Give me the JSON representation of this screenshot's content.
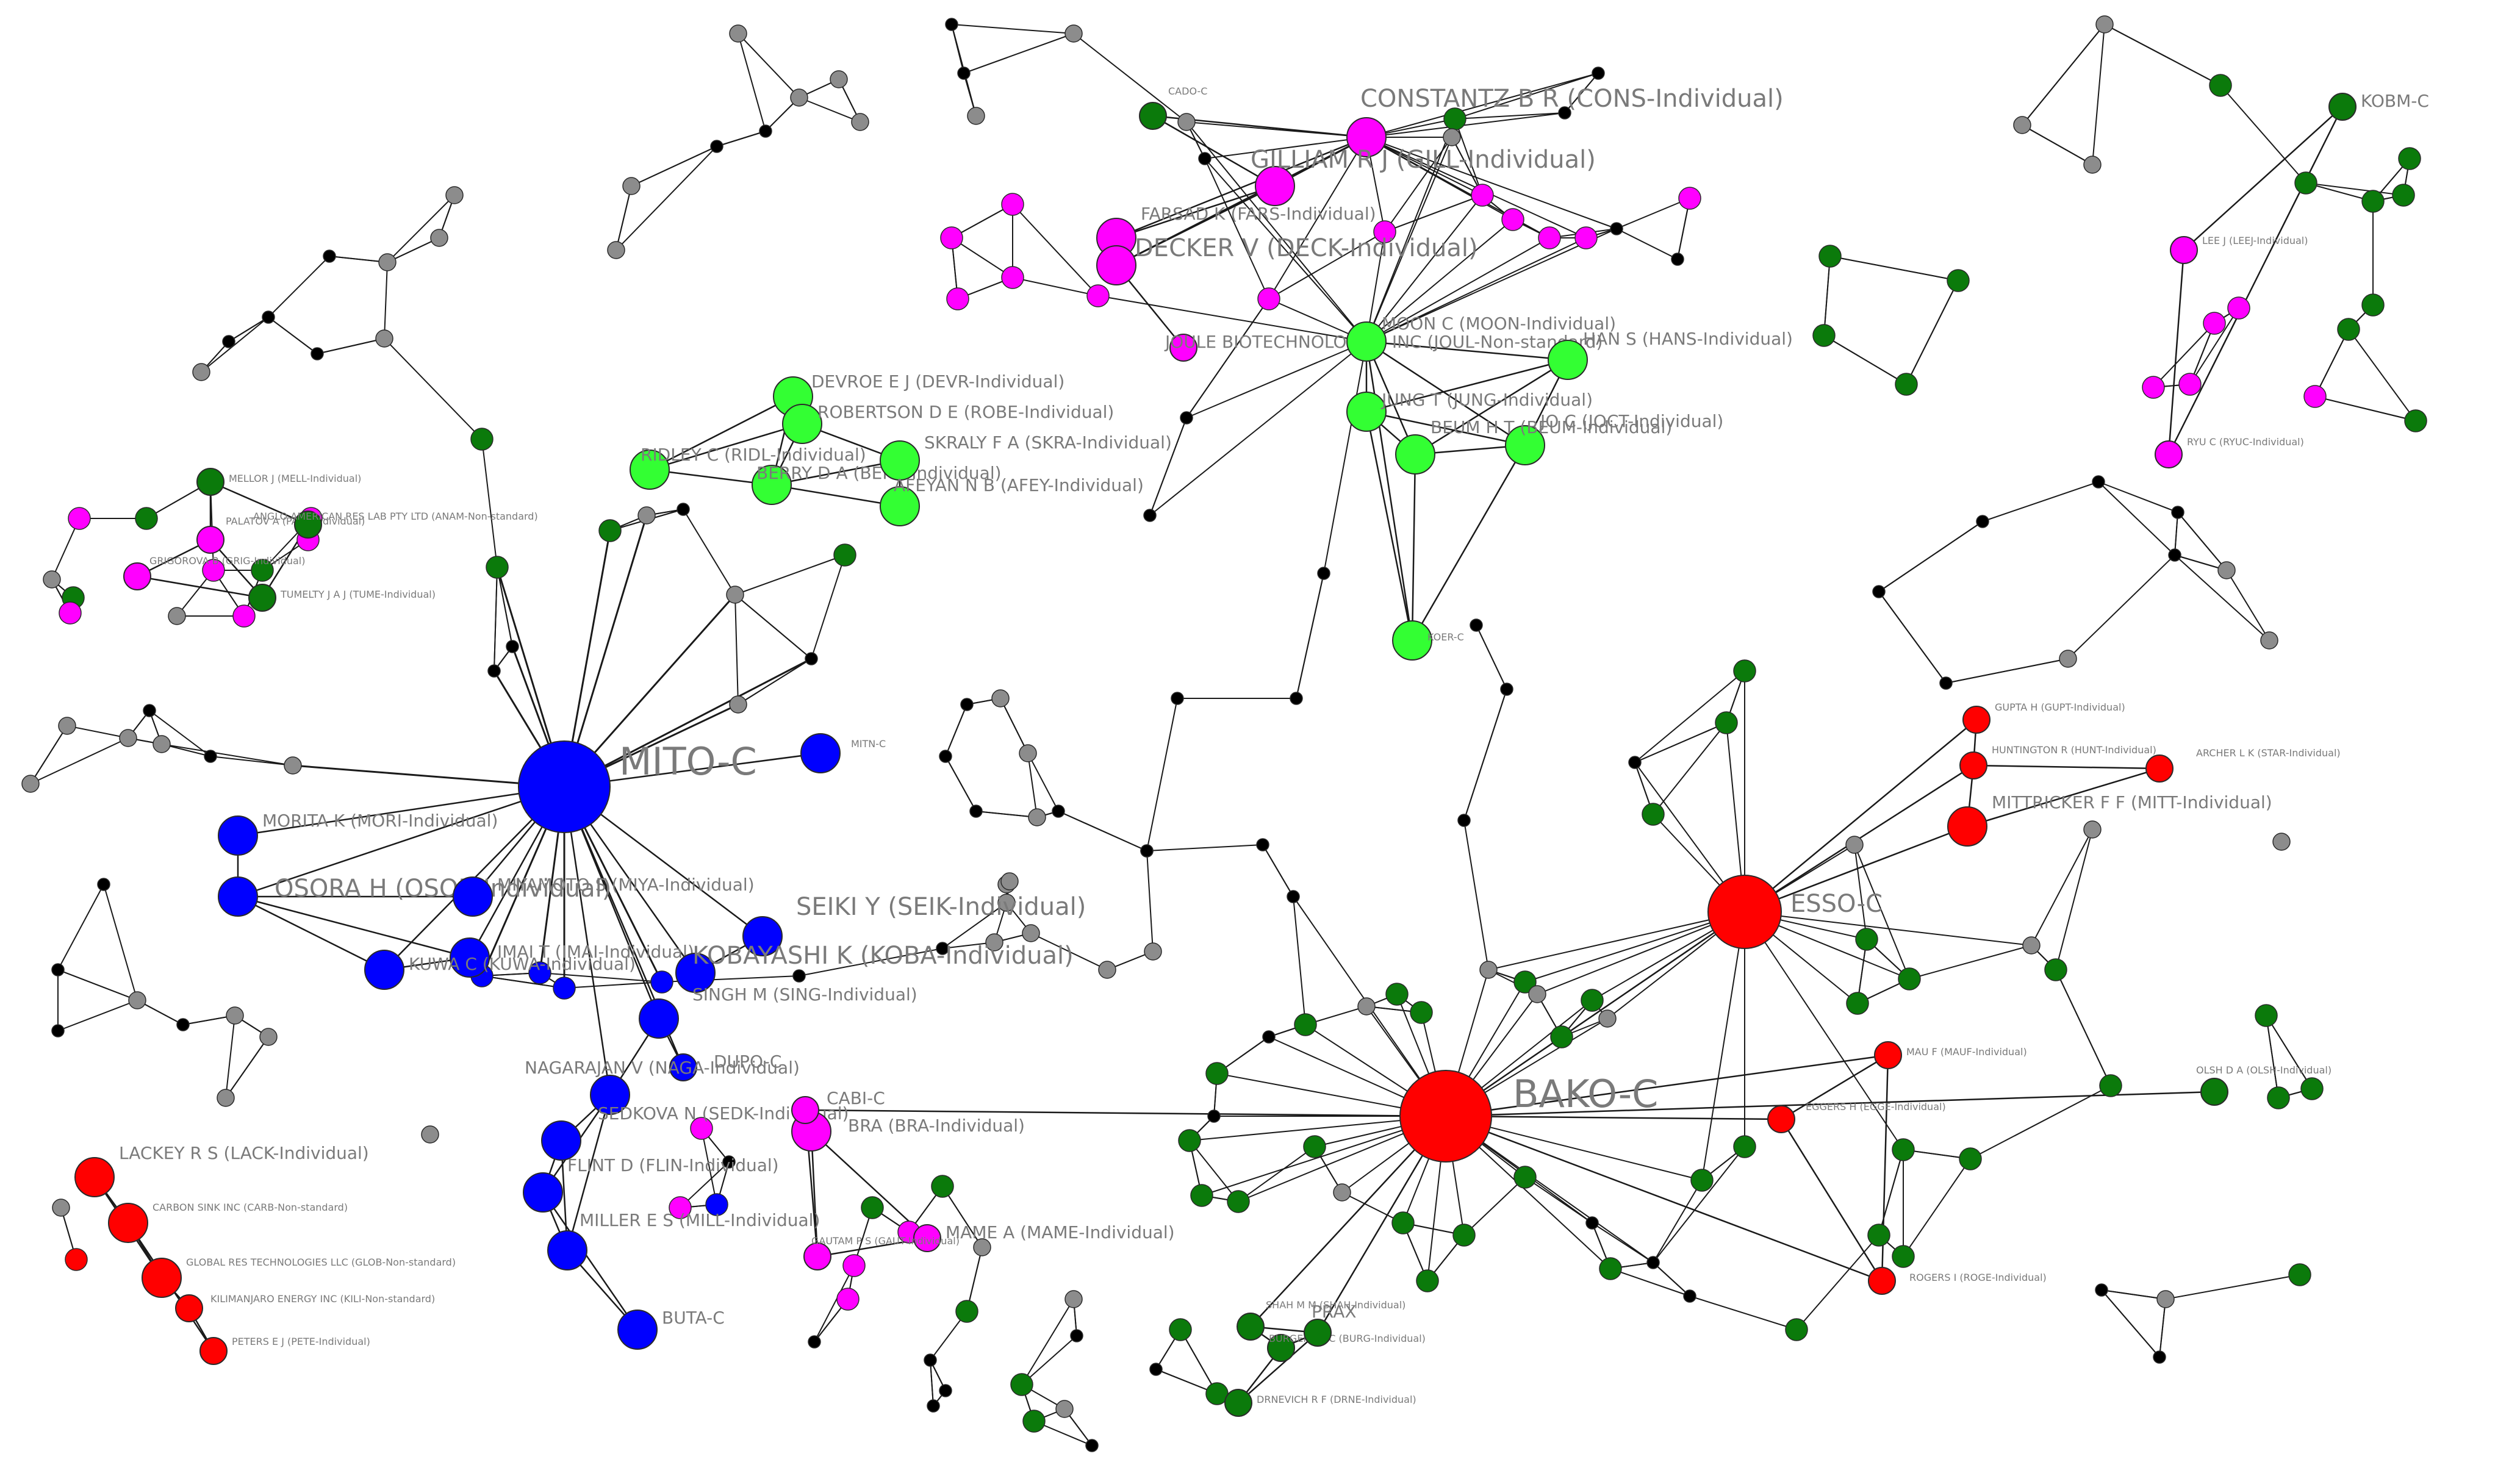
{
  "graph": {
    "colors": {
      "edge": "#1a1a1a",
      "node_outline": "#2a2a2a",
      "label": "#7a7a7a",
      "red": "#ff0000",
      "blue": "#0000ff",
      "magenta": "#ff00ff",
      "bright_green": "#33ff33",
      "dark_green": "#0b7a0b",
      "gray": "#8c8c8c",
      "black": "#000000"
    },
    "nodes": [
      {
        "id": "mito",
        "label": "MITO-C",
        "color": "blue",
        "size": "xl",
        "text": "xl"
      },
      {
        "id": "mitn",
        "label": "MITN-C",
        "color": "blue",
        "size": "m",
        "text": "s"
      },
      {
        "id": "morita",
        "label": "MORITA K (MORI-Individual)",
        "color": "blue",
        "size": "m",
        "text": "m"
      },
      {
        "id": "osora",
        "label": "OSORA H (OSOR-Individual)",
        "color": "blue",
        "size": "m",
        "text": "l"
      },
      {
        "id": "miyamoto",
        "label": "MIYAMOTO S (MIYA-Individual)",
        "color": "blue",
        "size": "m",
        "text": "m"
      },
      {
        "id": "imai",
        "label": "IMAI T (IMAI-Individual)",
        "color": "blue",
        "size": "m",
        "text": "m"
      },
      {
        "id": "kuwa",
        "label": "KUWA C (KUWA-Individual)",
        "color": "blue",
        "size": "m",
        "text": "m"
      },
      {
        "id": "seiki",
        "label": "SEIKI Y (SEIK-Individual)",
        "color": "blue",
        "size": "m",
        "text": "l"
      },
      {
        "id": "kobayashi",
        "label": "KOBAYASHI K (KOBA-Individual)",
        "color": "blue",
        "size": "m",
        "text": "l"
      },
      {
        "id": "singh",
        "label": "SINGH M (SING-Individual)",
        "color": "blue",
        "size": "m",
        "text": "m"
      },
      {
        "id": "dupo",
        "label": "DUPO-C",
        "color": "blue",
        "size": "s",
        "text": "m"
      },
      {
        "id": "nagarajan",
        "label": "NAGARAJAN V (NAGA-Individual)",
        "color": "blue",
        "size": "m",
        "text": "m"
      },
      {
        "id": "sedkova",
        "label": "SEDKOVA N (SEDK-Individual)",
        "color": "blue",
        "size": "m",
        "text": "m"
      },
      {
        "id": "flint",
        "label": "FLINT D (FLIN-Individual)",
        "color": "blue",
        "size": "m",
        "text": "m"
      },
      {
        "id": "miller",
        "label": "MILLER E S (MILL-Individual)",
        "color": "blue",
        "size": "m",
        "text": "m"
      },
      {
        "id": "buta",
        "label": "BUTA-C",
        "color": "blue",
        "size": "m",
        "text": "m"
      },
      {
        "id": "bako",
        "label": "BAKO-C",
        "color": "red",
        "size": "xl",
        "text": "xl"
      },
      {
        "id": "esso",
        "label": "ESSO-C",
        "color": "red",
        "size": "l",
        "text": "l"
      },
      {
        "id": "mittricker",
        "label": "MITTRICKER F F (MITT-Individual)",
        "color": "red",
        "size": "m",
        "text": "m"
      },
      {
        "id": "huntington",
        "label": "HUNTINGTON R (HUNT-Individual)",
        "color": "red",
        "size": "s",
        "text": "s"
      },
      {
        "id": "gupta",
        "label": "GUPTA H (GUPT-Individual)",
        "color": "red",
        "size": "s",
        "text": "s"
      },
      {
        "id": "archer",
        "label": "ARCHER L K (STAR-Individual)",
        "color": "red",
        "size": "s",
        "text": "s"
      },
      {
        "id": "lackey",
        "label": "LACKEY R S (LACK-Individual)",
        "color": "red",
        "size": "m",
        "text": "m"
      },
      {
        "id": "carbon",
        "label": "CARBON SINK INC (CARB-Non-standard)",
        "color": "red",
        "size": "m",
        "text": "s"
      },
      {
        "id": "global",
        "label": "GLOBAL RES TECHNOLOGIES LLC (GLOB-Non-standard)",
        "color": "red",
        "size": "m",
        "text": "s"
      },
      {
        "id": "kilimanjaro",
        "label": "KILIMANJARO ENERGY INC (KILI-Non-standard)",
        "color": "red",
        "size": "s",
        "text": "s"
      },
      {
        "id": "peters",
        "label": "PETERS E J (PETE-Individual)",
        "color": "red",
        "size": "s",
        "text": "s"
      },
      {
        "id": "constantz",
        "label": "CONSTANTZ B R (CONS-Individual)",
        "color": "magenta",
        "size": "m",
        "text": "l"
      },
      {
        "id": "gilliam",
        "label": "GILLIAM R J (GILL-Individual)",
        "color": "magenta",
        "size": "m",
        "text": "l"
      },
      {
        "id": "farsad",
        "label": "FARSAD K (FARS-Individual)",
        "color": "magenta",
        "size": "m",
        "text": "m"
      },
      {
        "id": "decker",
        "label": "DECKER V (DECK-Individual)",
        "color": "magenta",
        "size": "m",
        "text": "l"
      },
      {
        "id": "joule",
        "label": "JOULE BIOTECHNOLOGIES INC (JOUL-Non-standard)",
        "color": "magenta",
        "size": "s",
        "text": "m"
      },
      {
        "id": "lee",
        "label": "LEE J (LEEJ-Individual)",
        "color": "magenta",
        "size": "s",
        "text": "s"
      },
      {
        "id": "kobm",
        "label": "KOBM-C",
        "color": "dark_green",
        "size": "s",
        "text": "m"
      },
      {
        "id": "ryuc",
        "label": "RYU C (RYUC-Individual)",
        "color": "magenta",
        "size": "s",
        "text": "s"
      },
      {
        "id": "palatov",
        "label": "PALATOV A (PALA-Individual)",
        "color": "magenta",
        "size": "s",
        "text": "s"
      },
      {
        "id": "grigorova",
        "label": "GRIGOROVA B (GRIG-Individual)",
        "color": "magenta",
        "size": "s",
        "text": "s"
      },
      {
        "id": "bra",
        "label": "BRA (BRA-Individual)",
        "color": "magenta",
        "size": "m",
        "text": "m"
      },
      {
        "id": "mame",
        "label": "MAME A (MAME-Individual)",
        "color": "magenta",
        "size": "s",
        "text": "m"
      },
      {
        "id": "gautam",
        "label": "GAUTAM P S (GAUT-Individual)",
        "color": "magenta",
        "size": "s",
        "text": "s"
      },
      {
        "id": "cabi",
        "label": "CABI-C",
        "color": "magenta",
        "size": "s",
        "text": "m"
      },
      {
        "id": "moon",
        "label": "MOON C (MOON-Individual)",
        "color": "bright_green",
        "size": "m",
        "text": "m"
      },
      {
        "id": "hans",
        "label": "HAN S (HANS-Individual)",
        "color": "bright_green",
        "size": "m",
        "text": "m"
      },
      {
        "id": "jung",
        "label": "JUNG T (JUNG-Individual)",
        "color": "bright_green",
        "size": "m",
        "text": "m"
      },
      {
        "id": "jo",
        "label": "JO C (JOCT-Individual)",
        "color": "bright_green",
        "size": "m",
        "text": "m"
      },
      {
        "id": "beum",
        "label": "BEUM H T (BEUM-Individual)",
        "color": "bright_green",
        "size": "m",
        "text": "m"
      },
      {
        "id": "koer",
        "label": "KOER-C",
        "color": "bright_green",
        "size": "m",
        "text": "s"
      },
      {
        "id": "devroe",
        "label": "DEVROE E J (DEVR-Individual)",
        "color": "bright_green",
        "size": "m",
        "text": "m"
      },
      {
        "id": "robertson",
        "label": "ROBERTSON D E (ROBE-Individual)",
        "color": "bright_green",
        "size": "m",
        "text": "m"
      },
      {
        "id": "ridley",
        "label": "RIDLEY C (RIDL-Individual)",
        "color": "bright_green",
        "size": "m",
        "text": "m"
      },
      {
        "id": "berry",
        "label": "BERRY D A (BERR-Individual)",
        "color": "bright_green",
        "size": "m",
        "text": "m"
      },
      {
        "id": "skraly",
        "label": "SKRALY F A (SKRA-Individual)",
        "color": "bright_green",
        "size": "m",
        "text": "m"
      },
      {
        "id": "afeyan",
        "label": "AFEYAN N B (AFEY-Individual)",
        "color": "bright_green",
        "size": "m",
        "text": "m"
      },
      {
        "id": "eggers",
        "label": "EGGERS H (EGGE-Individual)",
        "color": "red",
        "size": "s",
        "text": "s"
      },
      {
        "id": "rogers",
        "label": "ROGERS I (ROGE-Individual)",
        "color": "red",
        "size": "s",
        "text": "s"
      },
      {
        "id": "mau",
        "label": "MAU F (MAUF-Individual)",
        "color": "red",
        "size": "s",
        "text": "s"
      },
      {
        "id": "shah",
        "label": "SHAH M M (SHAH-Individual)",
        "color": "dark_green",
        "size": "s",
        "text": "s"
      },
      {
        "id": "burgers",
        "label": "BURGERS K C (BURG-Individual)",
        "color": "dark_green",
        "size": "s",
        "text": "s"
      },
      {
        "id": "drnevich",
        "label": "DRNEVICH R F (DRNE-Individual)",
        "color": "dark_green",
        "size": "s",
        "text": "s"
      },
      {
        "id": "prax",
        "label": "PRAX",
        "color": "dark_green",
        "size": "s",
        "text": "m"
      },
      {
        "id": "olsh",
        "label": "OLSH D A (OLSH-Individual)",
        "color": "dark_green",
        "size": "s",
        "text": "s"
      },
      {
        "id": "mellor",
        "label": "MELLOR J (MELL-Individual)",
        "color": "dark_green",
        "size": "s",
        "text": "s"
      },
      {
        "id": "tumelty",
        "label": "TUMELTY J A J (TUME-Individual)",
        "color": "dark_green",
        "size": "s",
        "text": "s"
      },
      {
        "id": "anglo",
        "label": "ANGLO AMERICAN RES LAB PTY LTD (ANAM-Non-standard)",
        "color": "dark_green",
        "size": "s",
        "text": "s"
      },
      {
        "id": "cado",
        "label": "CADO-C",
        "color": "dark_green",
        "size": "s",
        "text": "s"
      }
    ]
  }
}
